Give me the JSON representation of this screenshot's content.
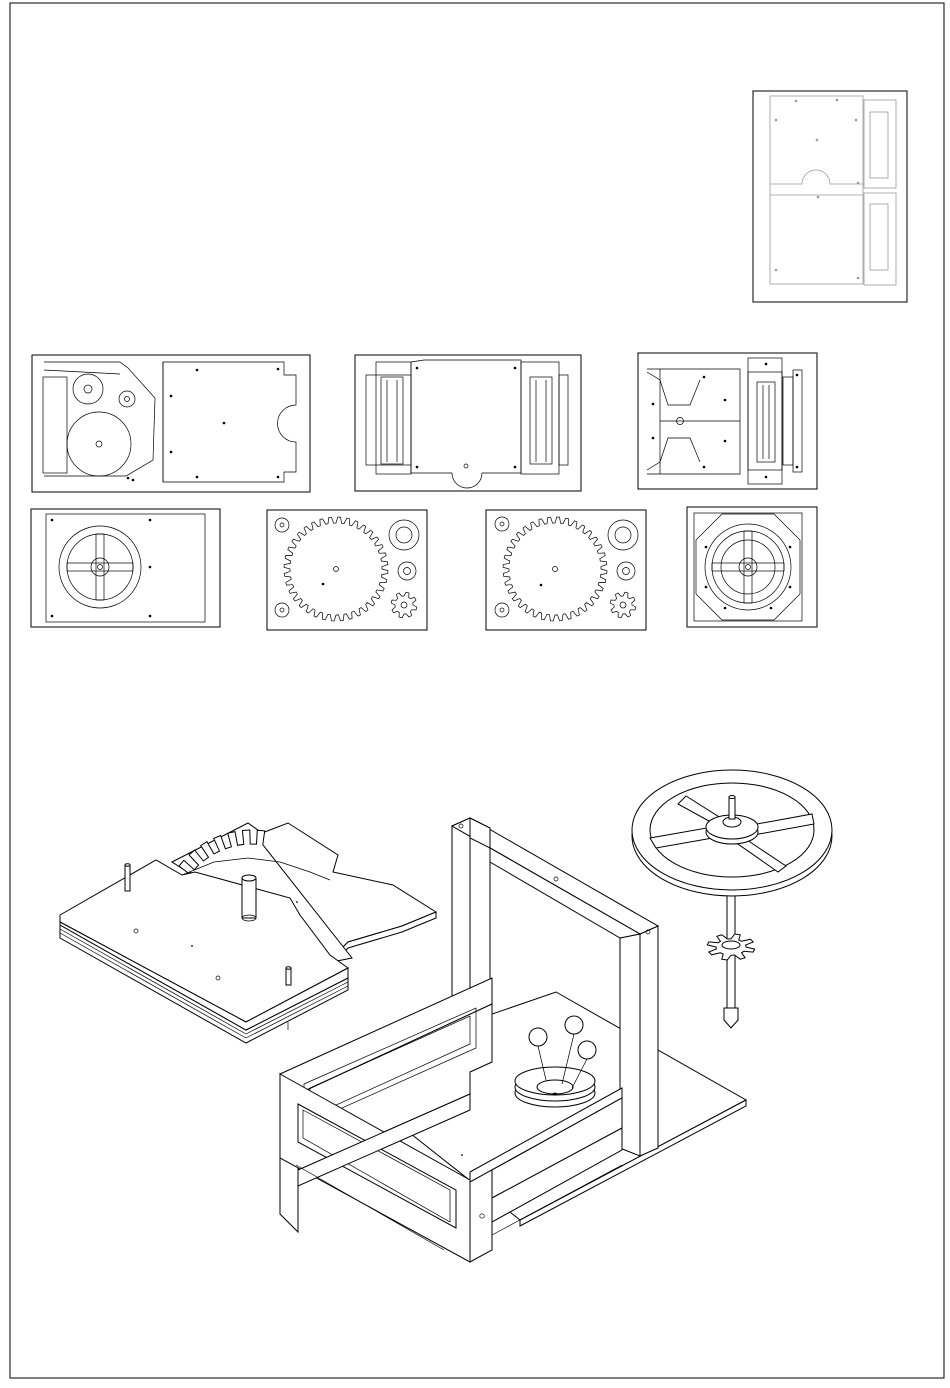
{
  "sheet": {
    "title": "",
    "ink_color": "#000000",
    "faded_color": "#9a9a9a",
    "paper_color": "#ffffff"
  },
  "thumbnail": {
    "kind": "faded overview of base plate and side frames"
  },
  "templates": [
    {
      "id": "base-plate",
      "shape": "plate with gear cutouts and half-round notch"
    },
    {
      "id": "frame-sides",
      "shape": "plate with two slotted side frames"
    },
    {
      "id": "tray-parts",
      "shape": "plate with slotted frame and rails"
    },
    {
      "id": "wheel-plate",
      "shape": "spoked wheel in rectangle",
      "spokes": 4
    },
    {
      "id": "gear-sheet-a",
      "shape": "large spur gear with washers",
      "teeth": 36
    },
    {
      "id": "gear-sheet-b",
      "shape": "large spur gear with washers",
      "teeth": 36
    },
    {
      "id": "wheel-octagon",
      "shape": "spoked wheel in octagon",
      "spokes": 4
    }
  ],
  "assembly": {
    "callouts": 3,
    "wheel_spokes": 4,
    "pinion_teeth": 8,
    "rack_teeth": 12
  }
}
